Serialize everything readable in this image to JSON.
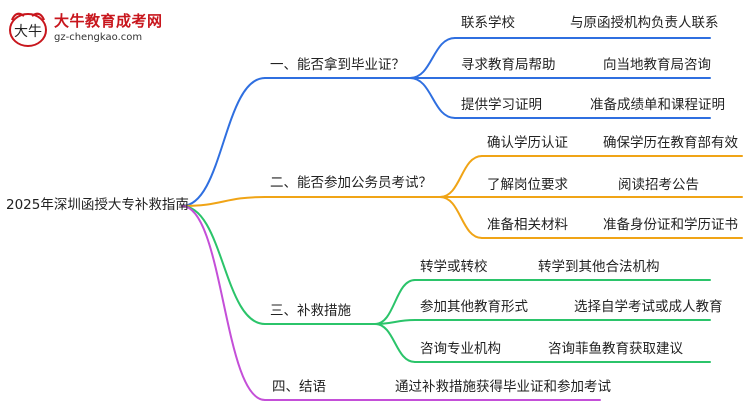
{
  "brand": {
    "name": "大牛教育成考网",
    "url": "gz-chengkao.com",
    "accent": "#c8161d"
  },
  "colors": {
    "branch1": "#2f6fe0",
    "branch2": "#f0a416",
    "branch3": "#2bc46a",
    "branch4": "#c44fd8"
  },
  "root": {
    "label": "2025年深圳函授大专补救指南"
  },
  "branches": [
    {
      "label": "一、能否拿到毕业证？",
      "children": [
        {
          "label": "联系学校",
          "detail": "与原函授机构负责人联系"
        },
        {
          "label": "寻求教育局帮助",
          "detail": "向当地教育局咨询"
        },
        {
          "label": "提供学习证明",
          "detail": "准备成绩单和课程证明"
        }
      ]
    },
    {
      "label": "二、能否参加公务员考试？",
      "children": [
        {
          "label": "确认学历认证",
          "detail": "确保学历在教育部有效"
        },
        {
          "label": "了解岗位要求",
          "detail": "阅读招考公告"
        },
        {
          "label": "准备相关材料",
          "detail": "准备身份证和学历证书"
        }
      ]
    },
    {
      "label": "三、补救措施",
      "children": [
        {
          "label": "转学或转校",
          "detail": "转学到其他合法机构"
        },
        {
          "label": "参加其他教育形式",
          "detail": "选择自学考试或成人教育"
        },
        {
          "label": "咨询专业机构",
          "detail": "咨询菲鱼教育获取建议"
        }
      ]
    },
    {
      "label": "四、结语",
      "children": [
        {
          "label": "通过补救措施获得毕业证和参加考试"
        }
      ]
    }
  ]
}
